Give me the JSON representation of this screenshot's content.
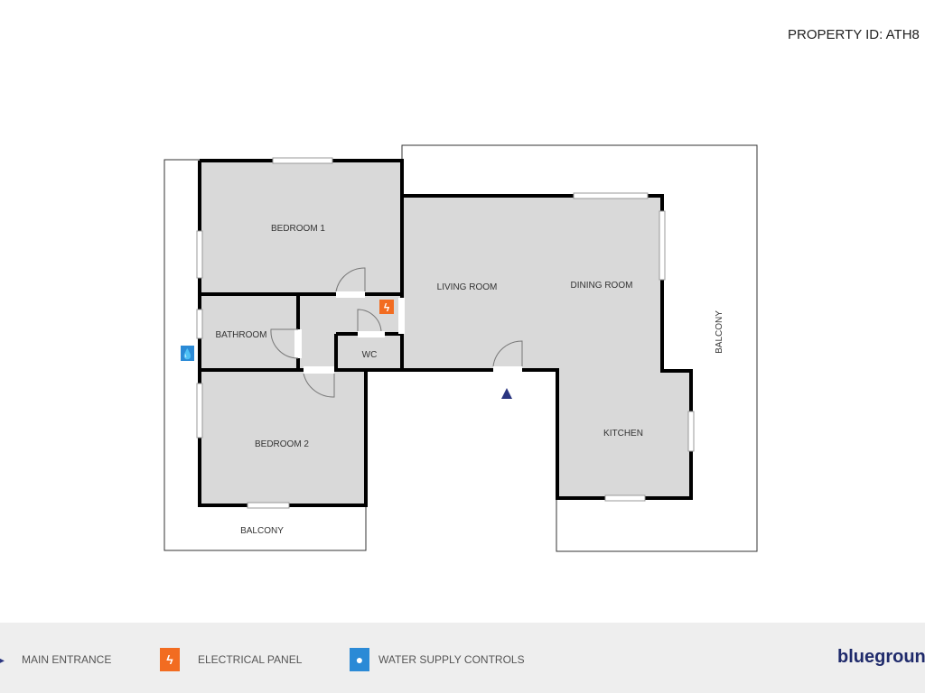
{
  "header": {
    "property_id": "PROPERTY ID: ATH8"
  },
  "rooms": {
    "bedroom1": "BEDROOM 1",
    "bathroom": "BATHROOM",
    "wc": "WC",
    "bedroom2": "BEDROOM 2",
    "living_room": "LIVING ROOM",
    "dining_room": "DINING ROOM",
    "kitchen": "KITCHEN",
    "balcony_left": "BALCONY",
    "balcony_right": "BALCONY"
  },
  "legend": {
    "items": [
      {
        "label": "MAIN ENTRANCE",
        "icon": "triangle-icon",
        "color": "#2a3580"
      },
      {
        "label": "ELECTRICAL PANEL",
        "icon": "lightning-icon",
        "color": "#f26c21"
      },
      {
        "label": "WATER SUPPLY CONTROLS",
        "icon": "water-drop-icon",
        "color": "#2b8ad6"
      }
    ],
    "logo": "bluegroun"
  },
  "colors": {
    "room_fill": "#d9d9d9",
    "wall": "#000000",
    "brand": "#1f2a6b"
  }
}
